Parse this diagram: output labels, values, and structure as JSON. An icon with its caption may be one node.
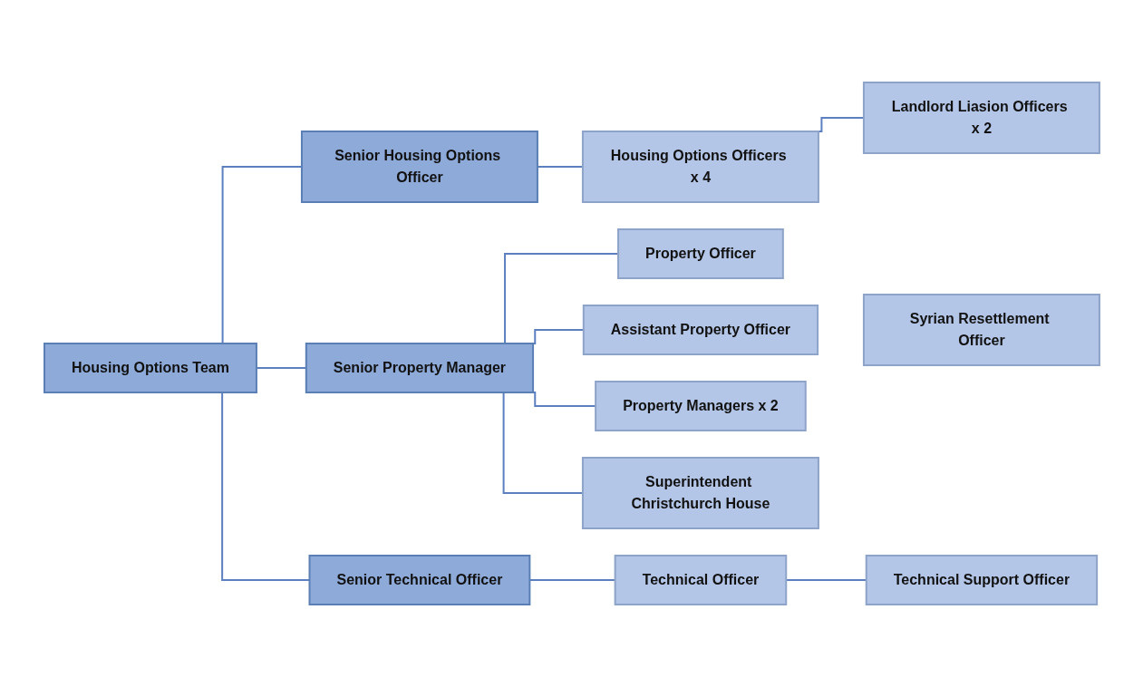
{
  "diagram": {
    "nodes": [
      {
        "text": [
          "Housing Options Team"
        ]
      },
      {
        "text": [
          "Senior Housing Options Officer"
        ]
      },
      {
        "text": [
          "Senior Property Manager"
        ]
      },
      {
        "text": [
          "Senior Technical Officer"
        ]
      },
      {
        "text": [
          "Housing Options Officers x 4"
        ]
      },
      {
        "text": [
          "Landlord Liasion Officers x 2"
        ]
      },
      {
        "text": [
          "Syrian Resettlement Officer"
        ]
      },
      {
        "text": [
          "Property Officer"
        ]
      },
      {
        "text": [
          "Assistant Property Officer"
        ]
      },
      {
        "text": [
          "Property Managers x 2"
        ]
      },
      {
        "text": [
          "Superintendent Christchurch House"
        ]
      },
      {
        "text": [
          "Technical Officer"
        ]
      },
      {
        "text": [
          "Technical Support Officer"
        ]
      }
    ],
    "edges": [
      {
        "from": 0,
        "to": 1,
        "arrow": "none"
      },
      {
        "from": 0,
        "to": 2,
        "arrow": "none"
      },
      {
        "from": 0,
        "to": 3,
        "arrow": "none"
      },
      {
        "from": 1,
        "to": 4,
        "arrow": "none"
      },
      {
        "from": 4,
        "to": 5,
        "arrow": "none"
      },
      {
        "from": 2,
        "to": 7,
        "arrow": "none"
      },
      {
        "from": 2,
        "to": 8,
        "arrow": "none"
      },
      {
        "from": 2,
        "to": 9,
        "arrow": "none"
      },
      {
        "from": 2,
        "to": 10,
        "arrow": "none"
      },
      {
        "from": 3,
        "to": 11,
        "arrow": "none"
      },
      {
        "from": 11,
        "to": 12,
        "arrow": "none"
      }
    ]
  }
}
